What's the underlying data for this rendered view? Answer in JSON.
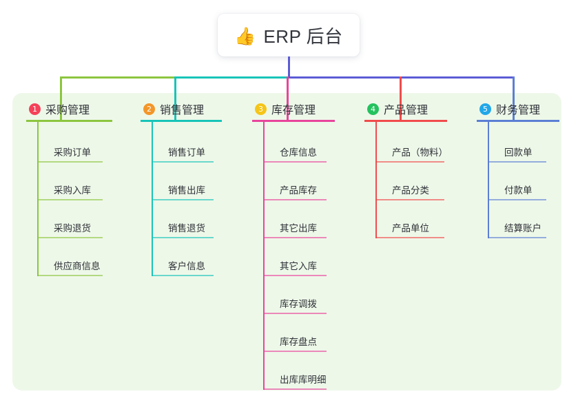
{
  "root": {
    "icon": "thumbs-up-icon",
    "emoji": "👍",
    "title": "ERP 后台"
  },
  "panel": {
    "background_color": "#eef8e9"
  },
  "bus": {
    "stem_color": "#5b5bd6",
    "segments": [
      {
        "color": "#8cc63f"
      },
      {
        "color": "#17c4b8"
      },
      {
        "color": "#5b5bd6"
      },
      {
        "color": "#5b5bd6"
      },
      {
        "color": "#5b5bd6"
      }
    ]
  },
  "columns": [
    {
      "number": "1",
      "title": "采购管理",
      "badge_color": "#f5425a",
      "line_color": "#8cc63f",
      "drop_color": "#8cc63f",
      "items": [
        {
          "label": "采购订单"
        },
        {
          "label": "采购入库"
        },
        {
          "label": "采购退货"
        },
        {
          "label": "供应商信息"
        }
      ]
    },
    {
      "number": "2",
      "title": "销售管理",
      "badge_color": "#f3962a",
      "line_color": "#17c4b8",
      "drop_color": "#17c4b8",
      "items": [
        {
          "label": "销售订单"
        },
        {
          "label": "销售出库"
        },
        {
          "label": "销售退货"
        },
        {
          "label": "客户信息"
        }
      ]
    },
    {
      "number": "3",
      "title": "库存管理",
      "badge_color": "#f5c518",
      "line_color": "#e8449b",
      "drop_color": "#e8449b",
      "items": [
        {
          "label": "仓库信息"
        },
        {
          "label": "产品库存"
        },
        {
          "label": "其它出库"
        },
        {
          "label": "其它入库"
        },
        {
          "label": "库存调拨"
        },
        {
          "label": "库存盘点"
        },
        {
          "label": "出库库明细"
        }
      ]
    },
    {
      "number": "4",
      "title": "产品管理",
      "badge_color": "#24c25e",
      "line_color": "#f04b4b",
      "drop_color": "#f04b4b",
      "items": [
        {
          "label": "产品（物料）"
        },
        {
          "label": "产品分类"
        },
        {
          "label": "产品单位"
        }
      ]
    },
    {
      "number": "5",
      "title": "财务管理",
      "badge_color": "#22a7e8",
      "line_color": "#5b7fd4",
      "drop_color": "#5b7fd4",
      "items": [
        {
          "label": "回款单"
        },
        {
          "label": "付款单"
        },
        {
          "label": "结算账户"
        }
      ]
    }
  ]
}
